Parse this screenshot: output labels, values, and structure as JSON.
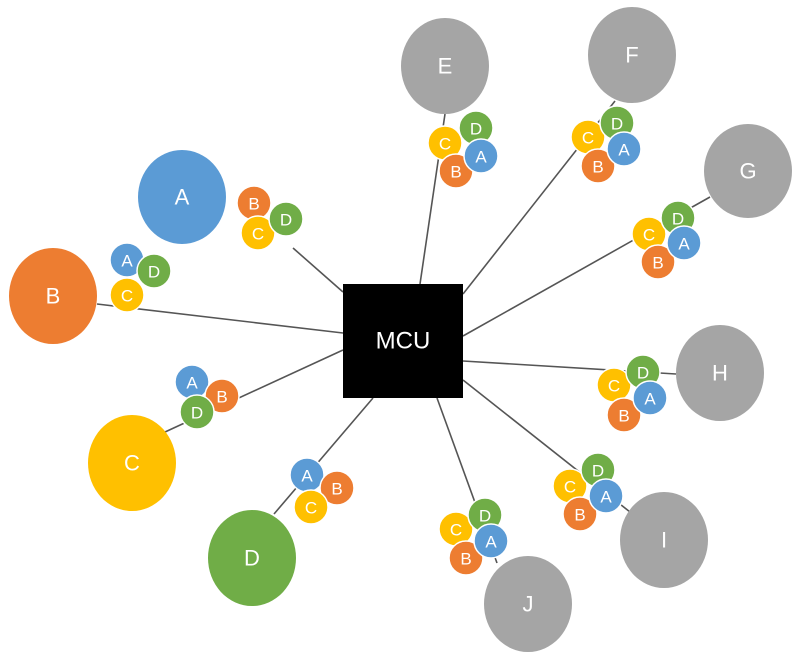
{
  "colors": {
    "A": "#5B9BD5",
    "B": "#ED7D31",
    "C": "#FFC000",
    "D": "#70AD47",
    "remote": "#A5A5A5",
    "hub": "#000000",
    "text": "#FFFFFF"
  },
  "hub": {
    "label": "MCU"
  },
  "participants": [
    {
      "id": "A",
      "label": "A",
      "color_key": "A",
      "streams": [
        "B",
        "C",
        "D"
      ]
    },
    {
      "id": "B",
      "label": "B",
      "color_key": "B",
      "streams": [
        "A",
        "C",
        "D"
      ]
    },
    {
      "id": "C",
      "label": "C",
      "color_key": "C",
      "streams": [
        "A",
        "B",
        "D"
      ]
    },
    {
      "id": "D",
      "label": "D",
      "color_key": "D",
      "streams": [
        "A",
        "B",
        "C"
      ]
    },
    {
      "id": "E",
      "label": "E",
      "color_key": "remote",
      "streams": [
        "C",
        "B",
        "D",
        "A"
      ]
    },
    {
      "id": "F",
      "label": "F",
      "color_key": "remote",
      "streams": [
        "C",
        "B",
        "D",
        "A"
      ]
    },
    {
      "id": "G",
      "label": "G",
      "color_key": "remote",
      "streams": [
        "C",
        "B",
        "D",
        "A"
      ]
    },
    {
      "id": "H",
      "label": "H",
      "color_key": "remote",
      "streams": [
        "C",
        "B",
        "D",
        "A"
      ]
    },
    {
      "id": "I",
      "label": "I",
      "color_key": "remote",
      "streams": [
        "C",
        "B",
        "D",
        "A"
      ]
    },
    {
      "id": "J",
      "label": "J",
      "color_key": "remote",
      "streams": [
        "C",
        "B",
        "D",
        "A"
      ]
    }
  ]
}
